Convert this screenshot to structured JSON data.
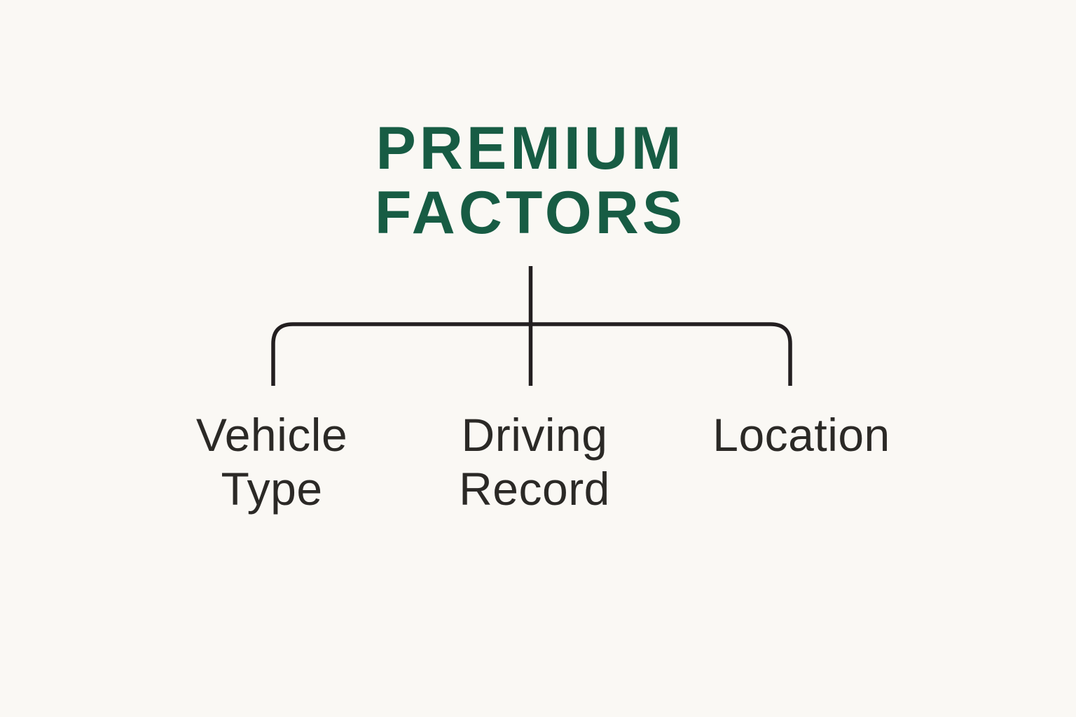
{
  "title": {
    "text": "PREMIUM FACTORS",
    "lines": [
      "PREMIUM",
      "FACTORS"
    ]
  },
  "nodes": [
    {
      "label": "Vehicle Type",
      "lines": [
        "Vehicle",
        "Type"
      ]
    },
    {
      "label": "Driving Record",
      "lines": [
        "Driving",
        "Record"
      ]
    },
    {
      "label": "Location",
      "lines": [
        "Location"
      ]
    }
  ],
  "colors": {
    "background": "#FAF8F4",
    "title_green": "#175C44",
    "label_text": "#2B2926",
    "connector_line": "#231F20"
  }
}
